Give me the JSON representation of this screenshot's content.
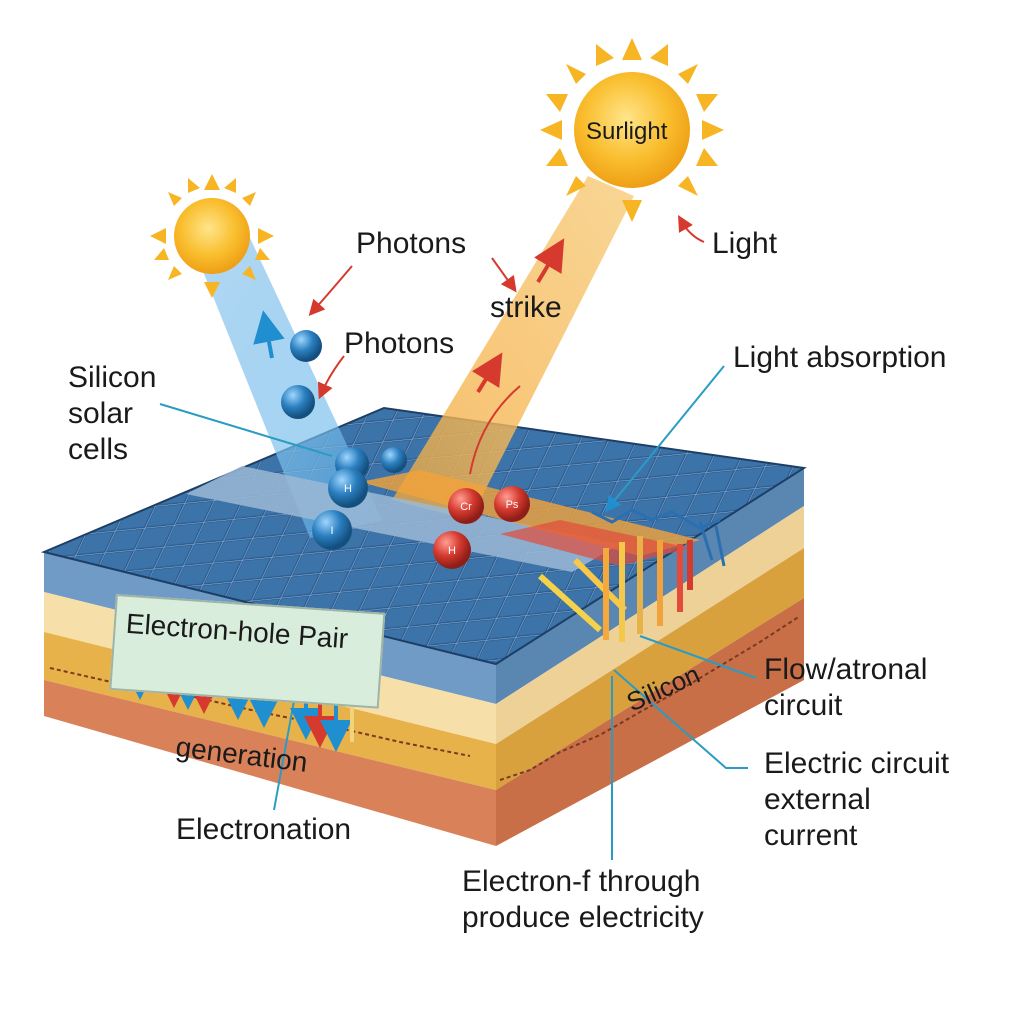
{
  "labels": {
    "sunlight": "Surlight",
    "light": "Light",
    "photons_top": "Photons",
    "photons_middle": "Photons",
    "strike": "strike",
    "light_absorption": "Light absorption",
    "silicon_solar_cells": "Silicon\nsolar\ncells",
    "electron_hole_pair": "Electron-hole Pair",
    "generation": "generation",
    "electronation": "Electronation",
    "silicon": "Silicon",
    "flow_circuit": "Flow/atronal\ncircuit",
    "electric_circuit": "Electric circuit\nexternal\ncurrent",
    "electron_through": "Electron-f through\nproduce electricity"
  },
  "particles": {
    "blue": [
      "H",
      "I"
    ],
    "red": [
      "Cr",
      "Ps",
      "H"
    ]
  },
  "colors": {
    "panel_blue": "#2f5f92",
    "panel_grid": "#8fb4d8",
    "layer_blue": "#6f9bc6",
    "layer_cream": "#f6dfa8",
    "layer_amber": "#e7b24a",
    "layer_clay": "#d9825a",
    "sun": "#f7b423",
    "photon_blue": "#2b7fc0",
    "photon_red": "#d63a2f",
    "arrow_red": "#d63a2f",
    "leader_line": "#2a9cc4"
  }
}
